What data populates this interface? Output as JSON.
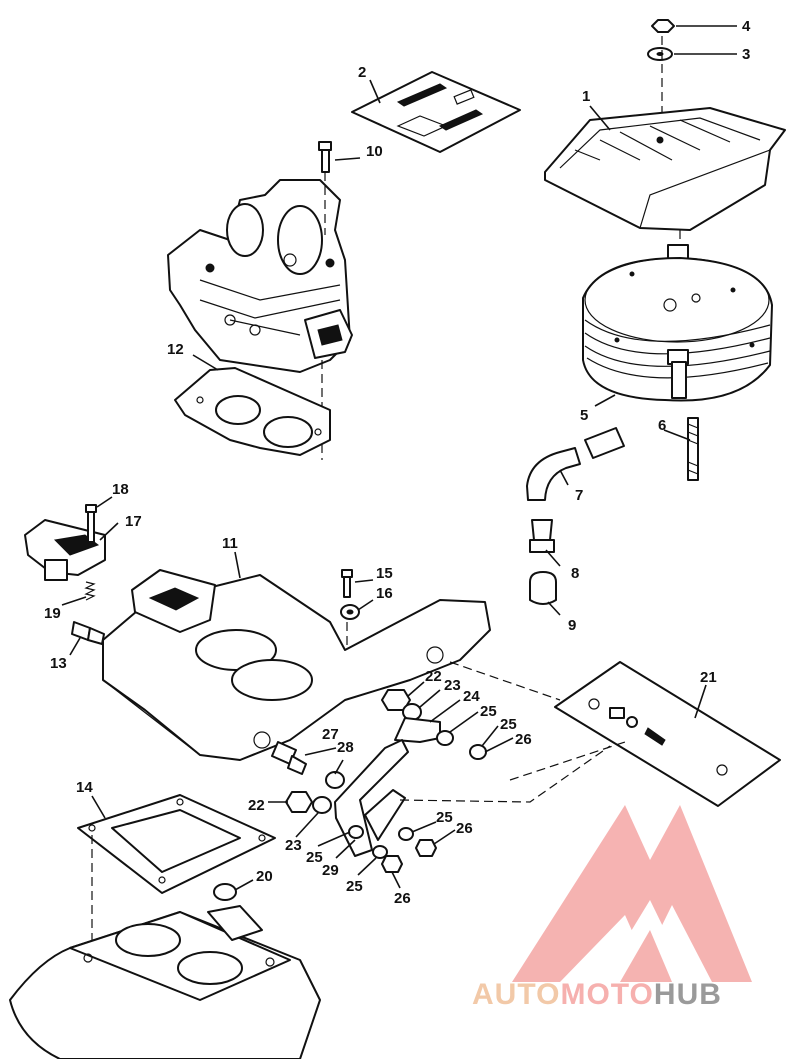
{
  "diagram": {
    "callouts": [
      {
        "id": "c1",
        "label": "1"
      },
      {
        "id": "c2",
        "label": "2"
      },
      {
        "id": "c3",
        "label": "3"
      },
      {
        "id": "c4",
        "label": "4"
      },
      {
        "id": "c5",
        "label": "5"
      },
      {
        "id": "c6",
        "label": "6"
      },
      {
        "id": "c7",
        "label": "7"
      },
      {
        "id": "c8",
        "label": "8"
      },
      {
        "id": "c9",
        "label": "9"
      },
      {
        "id": "c10",
        "label": "10"
      },
      {
        "id": "c11",
        "label": "11"
      },
      {
        "id": "c12",
        "label": "12"
      },
      {
        "id": "c13",
        "label": "13"
      },
      {
        "id": "c14",
        "label": "14"
      },
      {
        "id": "c15",
        "label": "15"
      },
      {
        "id": "c16",
        "label": "16"
      },
      {
        "id": "c17",
        "label": "17"
      },
      {
        "id": "c18",
        "label": "18"
      },
      {
        "id": "c19",
        "label": "19"
      },
      {
        "id": "c20",
        "label": "20"
      },
      {
        "id": "c21",
        "label": "21"
      },
      {
        "id": "c22a",
        "label": "22"
      },
      {
        "id": "c22b",
        "label": "22"
      },
      {
        "id": "c23a",
        "label": "23"
      },
      {
        "id": "c23b",
        "label": "23"
      },
      {
        "id": "c24",
        "label": "24"
      },
      {
        "id": "c25a",
        "label": "25"
      },
      {
        "id": "c25b",
        "label": "25"
      },
      {
        "id": "c25c",
        "label": "25"
      },
      {
        "id": "c25d",
        "label": "25"
      },
      {
        "id": "c25e",
        "label": "25"
      },
      {
        "id": "c26a",
        "label": "26"
      },
      {
        "id": "c26b",
        "label": "26"
      },
      {
        "id": "c26c",
        "label": "26"
      },
      {
        "id": "c27",
        "label": "27"
      },
      {
        "id": "c28",
        "label": "28"
      },
      {
        "id": "c29",
        "label": "29"
      }
    ]
  },
  "watermark": {
    "part1": "AUTO",
    "part2": "MOTO",
    "part3": "HUB",
    "colors": {
      "auto": "#f2c9a8",
      "moto": "#f6b0ae",
      "hub": "#9a9a9a",
      "logo": "#f4a6a4"
    }
  }
}
